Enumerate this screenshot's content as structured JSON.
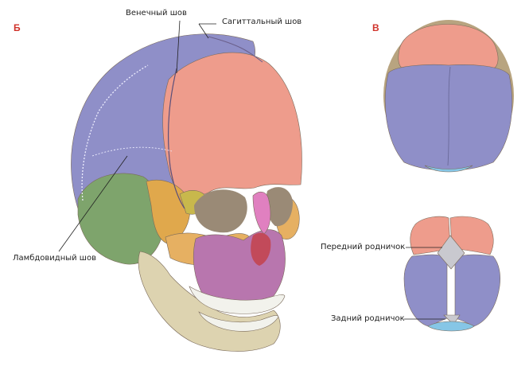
{
  "panels": {
    "side": "Б",
    "top": "В"
  },
  "labels": {
    "coronal": "Венечный шов",
    "sagittal": "Сагиттальный шов",
    "lambdoid": "Ламбдовидный шов",
    "anterior_fontanelle": "Передний родничок",
    "posterior_fontanelle": "Задний родничок"
  },
  "colors": {
    "parietal": "#8f8fc8",
    "frontal": "#ee9c8c",
    "occipital": "#7ea46c",
    "temporal": "#e0a84c",
    "sphenoid": "#c8b84c",
    "zygomatic": "#e6b062",
    "maxilla": "#b876ae",
    "nasal": "#e080c0",
    "mandible": "#ddd3b0",
    "teeth": "#f2f2ec",
    "fontanelle": "#c9c9cf",
    "posterior_bone": "#86c6e6"
  }
}
